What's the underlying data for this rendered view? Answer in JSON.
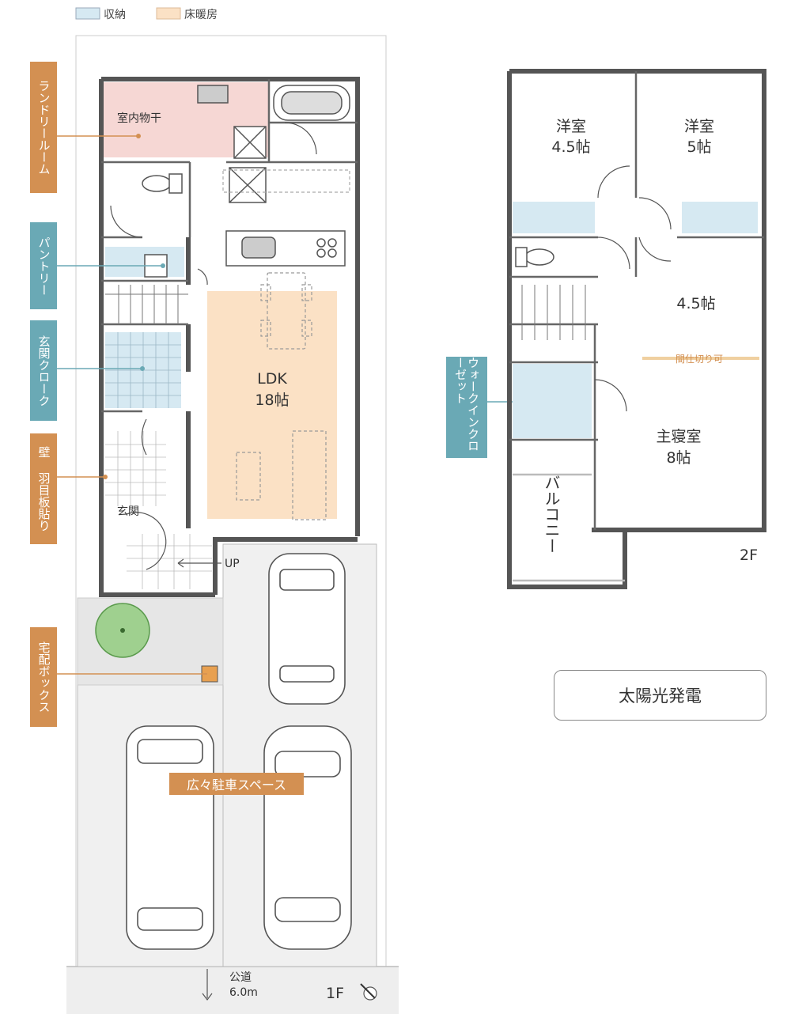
{
  "legend": {
    "storage_label": "収納",
    "heated_label": "床暖房",
    "storage_color": "#d6e9f2",
    "heated_color": "#fbe1c5"
  },
  "floor1": {
    "label": "1F",
    "rooms": {
      "laundry_inner": "室内物干",
      "ldk_name": "LDK",
      "ldk_size": "18帖",
      "entrance": "玄関",
      "step_up": "UP"
    },
    "road": {
      "label": "公道",
      "width": "6.0m"
    }
  },
  "floor2": {
    "label": "2F",
    "rooms": {
      "western1_name": "洋室",
      "western1_size": "4.5帖",
      "western2_name": "洋室",
      "western2_size": "5帖",
      "room3_size": "4.5帖",
      "partition_note": "間仕切り可",
      "master_name": "主寝室",
      "master_size": "8帖",
      "balcony": "バルコニー"
    }
  },
  "callouts": {
    "laundry_room": "ランドリールーム",
    "pantry": "パントリー",
    "entrance_cloak": "玄関クローク",
    "wall_cedar": "壁 羽目板貼り",
    "delivery_box": "宅配ボックス",
    "walk_in_closet": "ウォークインクローゼット",
    "parking": "広々駐車スペース"
  },
  "callout_colors": {
    "orange": "#d39052",
    "teal": "#6aa9b5"
  },
  "feature_box": "太陽光発電"
}
